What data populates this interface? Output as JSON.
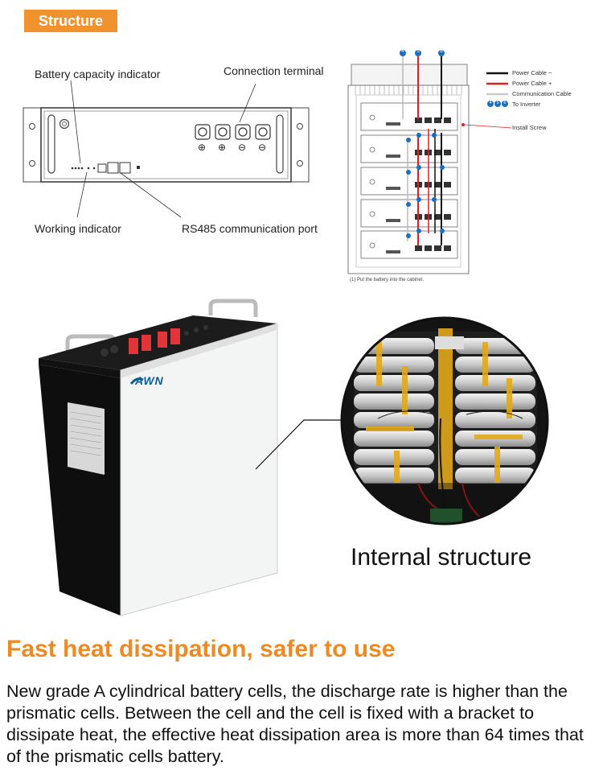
{
  "section_tag": "Structure",
  "front_panel": {
    "labels": {
      "capacity": "Battery capacity indicator",
      "terminal": "Connection terminal",
      "working": "Working indicator",
      "rs485": "RS485 communication port"
    },
    "terminal_signs": [
      "⊕",
      "⊕",
      "⊖",
      "⊖"
    ]
  },
  "cabinet": {
    "legend": {
      "neg": "Power Cable −",
      "pos": "Power Cable +",
      "comm": "Communication Cable",
      "inverter": "To Inverter",
      "screw": "Install Screw"
    },
    "legend_numbers": [
      "4",
      "5",
      "6"
    ],
    "top_numbers": [
      "4",
      "5",
      "6"
    ],
    "note": "(1) Put the battery into the cabinet.",
    "colors": {
      "pos": "#e02020",
      "neg": "#111111",
      "comm": "#bbbbbb",
      "num": "#1a6fc4"
    }
  },
  "product": {
    "brand": "AWN"
  },
  "internal_caption": "Internal structure",
  "heading": "Fast heat dissipation, safer to use",
  "description": "New grade A cylindrical battery cells, the discharge rate is higher than the prismatic cells. Between the cell and the cell is fixed with a bracket to dissipate heat, the effective heat dissipation area is more than 64 times that of the prismatic cells battery."
}
